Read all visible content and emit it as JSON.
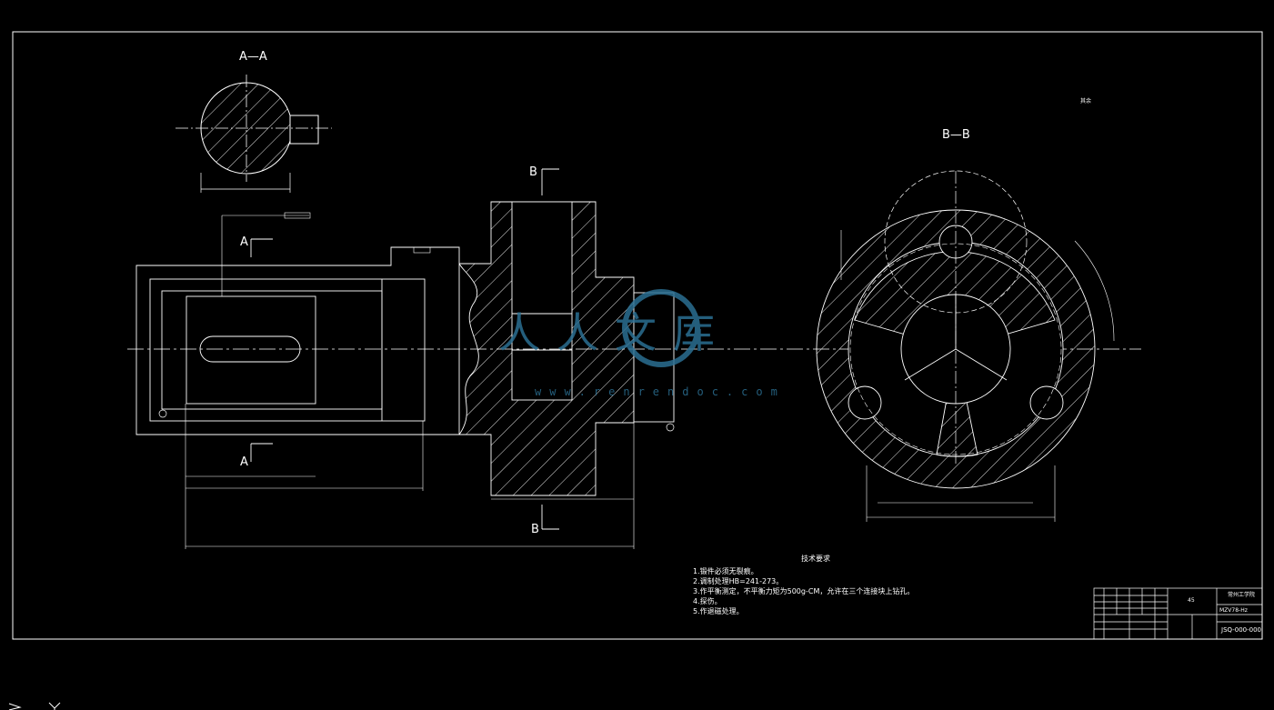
{
  "labels": {
    "section_aa": "A—A",
    "section_bb": "B—B",
    "cut_a": "A",
    "cut_b": "B",
    "roughness_other": "其余"
  },
  "tech_requirements": {
    "title": "技术要求",
    "items": [
      "1.锻件必须无裂痕。",
      "2.调制处理HB=241-273。",
      "3.作平衡测定，不平衡力矩为500g-CM，允许在三个连接块上钻孔。",
      "4.探伤。",
      "5.作退磁处理。"
    ]
  },
  "title_block": {
    "company": "常州工学院",
    "part_no": "MZV78-Hz",
    "drawing_no": "JSQ-000-000",
    "material": "45"
  },
  "watermark": {
    "text": "人人文库",
    "url": "www.renrendoc.com"
  },
  "colors": {
    "background": "#000000",
    "line": "#ffffff",
    "watermark": "#2b6f92"
  }
}
